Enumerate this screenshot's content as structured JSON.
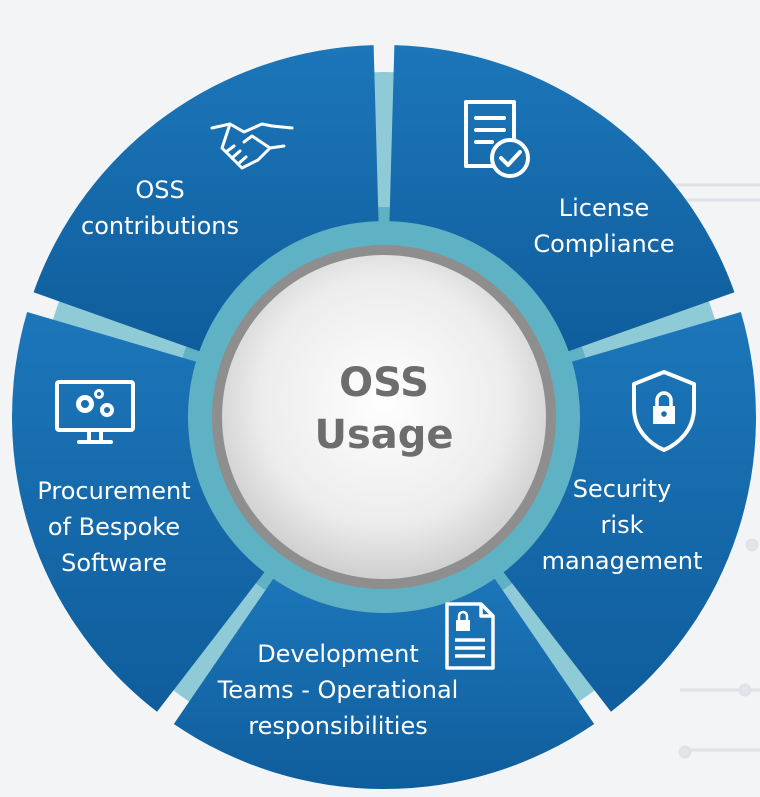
{
  "center": {
    "line1": "OSS",
    "line2": "Usage"
  },
  "segments": [
    {
      "lines": [
        "OSS",
        "contributions"
      ],
      "icon": "handshake-icon"
    },
    {
      "lines": [
        "License",
        "Compliance"
      ],
      "icon": "document-check-icon"
    },
    {
      "lines": [
        "Security",
        "risk",
        "management"
      ],
      "icon": "shield-lock-icon"
    },
    {
      "lines": [
        "Development",
        "Teams - Operational",
        "responsibilities"
      ],
      "icon": "locked-document-icon"
    },
    {
      "lines": [
        "Procurement",
        "of Bespoke",
        "Software"
      ],
      "icon": "monitor-gears-icon"
    }
  ],
  "colors": {
    "segment": "#1a6fb0",
    "segment_dark": "#0f5b98",
    "teal_ring": "#7ec3cf",
    "center_fill": "#ececec",
    "center_text": "#6d6d6d",
    "background": "#f3f4f6"
  }
}
